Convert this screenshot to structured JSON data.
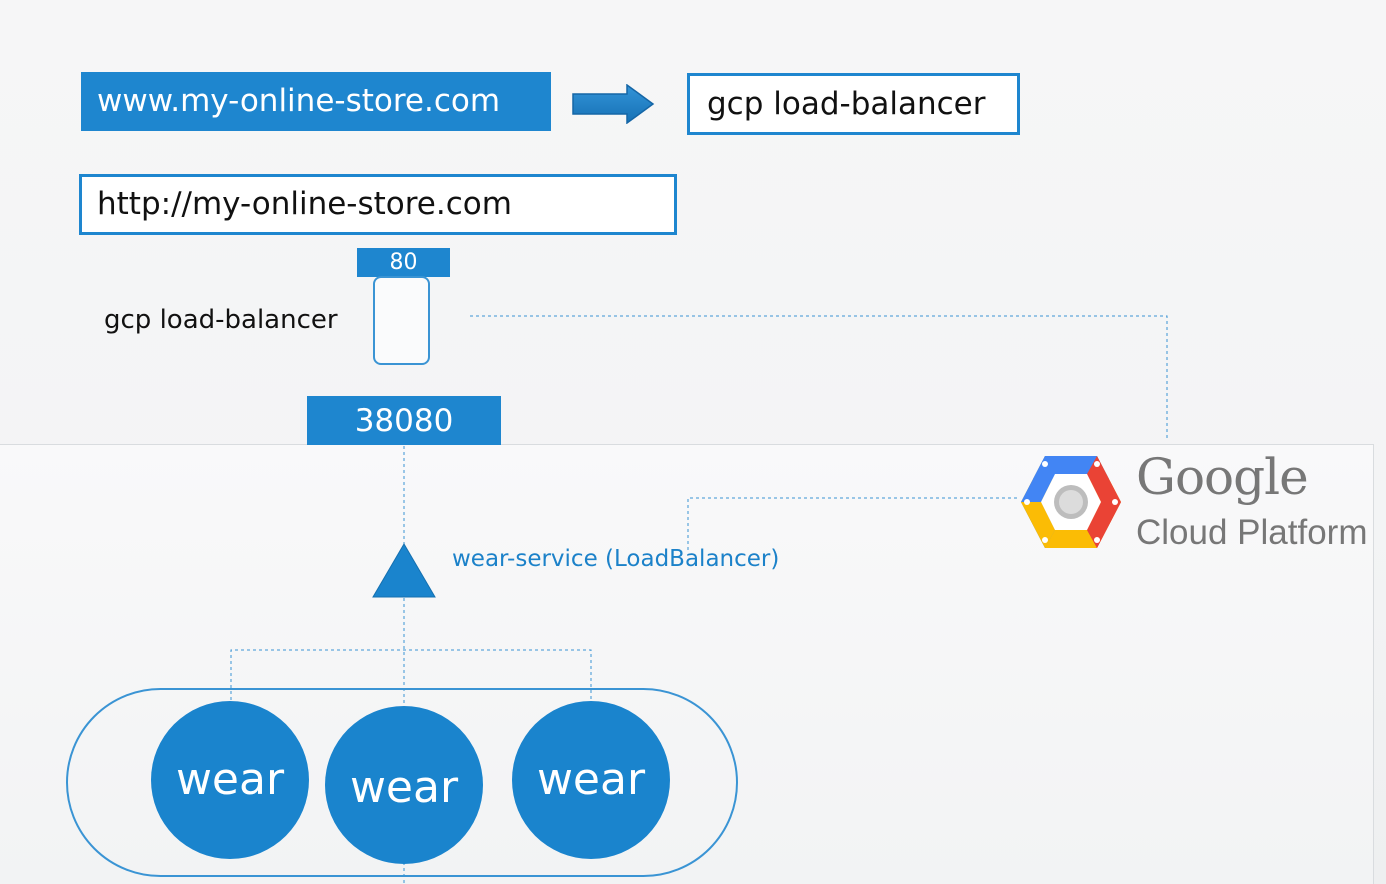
{
  "diagram": {
    "dns_name": "www.my-online-store.com",
    "lb_top_label": "gcp load-balancer",
    "http_url": "http://my-online-store.com",
    "lb_port": "80",
    "lb_label": "gcp load-balancer",
    "node_port": "38080",
    "service_label": "wear-service (LoadBalancer)",
    "pods": [
      "wear",
      "wear",
      "wear"
    ],
    "gcp": {
      "brand": "Google",
      "product": "Cloud Platform"
    }
  },
  "colors": {
    "accent_blue": "#1e86cf",
    "pod_blue": "#1a84cd",
    "gcp_blue": "#4285f4",
    "gcp_red": "#ea4335",
    "gcp_yellow": "#fbbc05",
    "gcp_green": "#34a853",
    "gray_text": "#777777"
  },
  "icons": {
    "arrow": "right-arrow-icon",
    "service": "triangle-icon",
    "gcp": "gcp-hexagon-icon"
  }
}
